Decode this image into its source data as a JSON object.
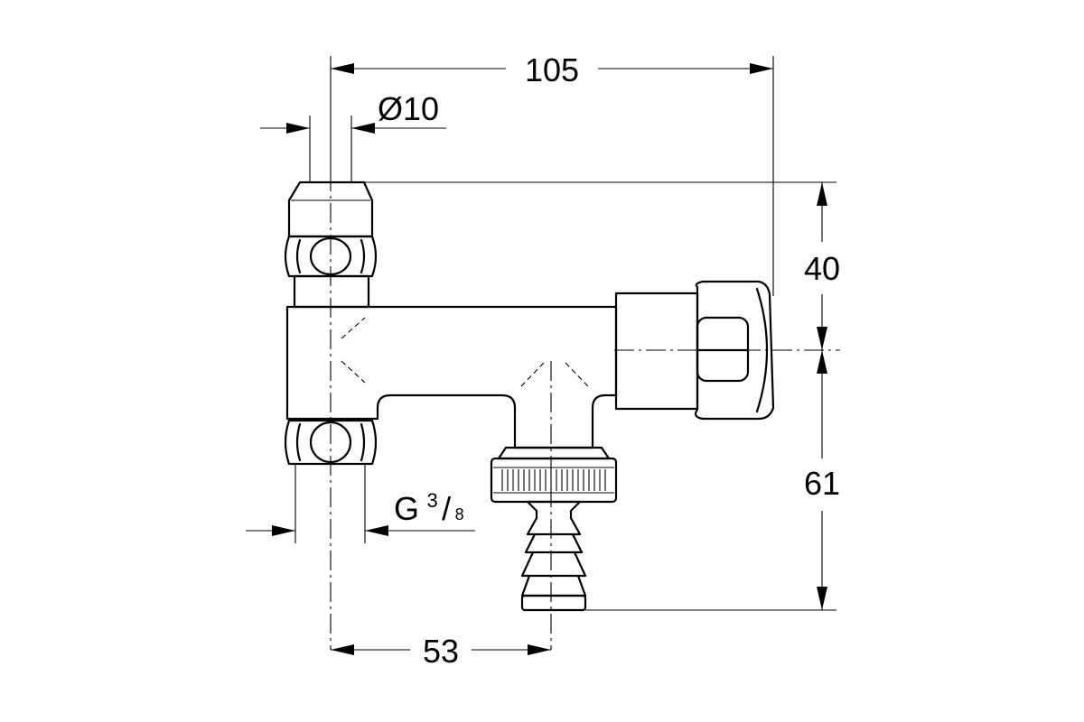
{
  "dimensions": {
    "overall_width": "105",
    "pipe_diameter": "Ø10",
    "upper_height": "40",
    "lower_height": "61",
    "outlet_offset": "53",
    "thread": {
      "letter": "G",
      "numerator": "3",
      "slash": "/",
      "denominator": "8"
    }
  },
  "colors": {
    "line": "#000000",
    "background": "#ffffff"
  }
}
